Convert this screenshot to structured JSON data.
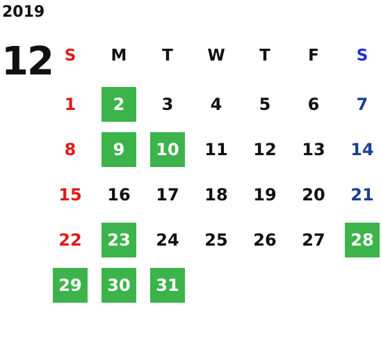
{
  "calendar": {
    "year": "2019",
    "month": "12",
    "weekdays": [
      "S",
      "M",
      "T",
      "W",
      "T",
      "F",
      "S"
    ],
    "start_offset": 0,
    "days_in_month": 31,
    "highlighted_days": [
      2,
      9,
      10,
      23,
      28,
      29,
      30,
      31
    ],
    "colors": {
      "highlight": "#3cb44b",
      "sunday": "#e11b1b",
      "saturday": "#1b3f8f",
      "saturday_header": "#1f2fd6",
      "text": "#111111"
    }
  }
}
